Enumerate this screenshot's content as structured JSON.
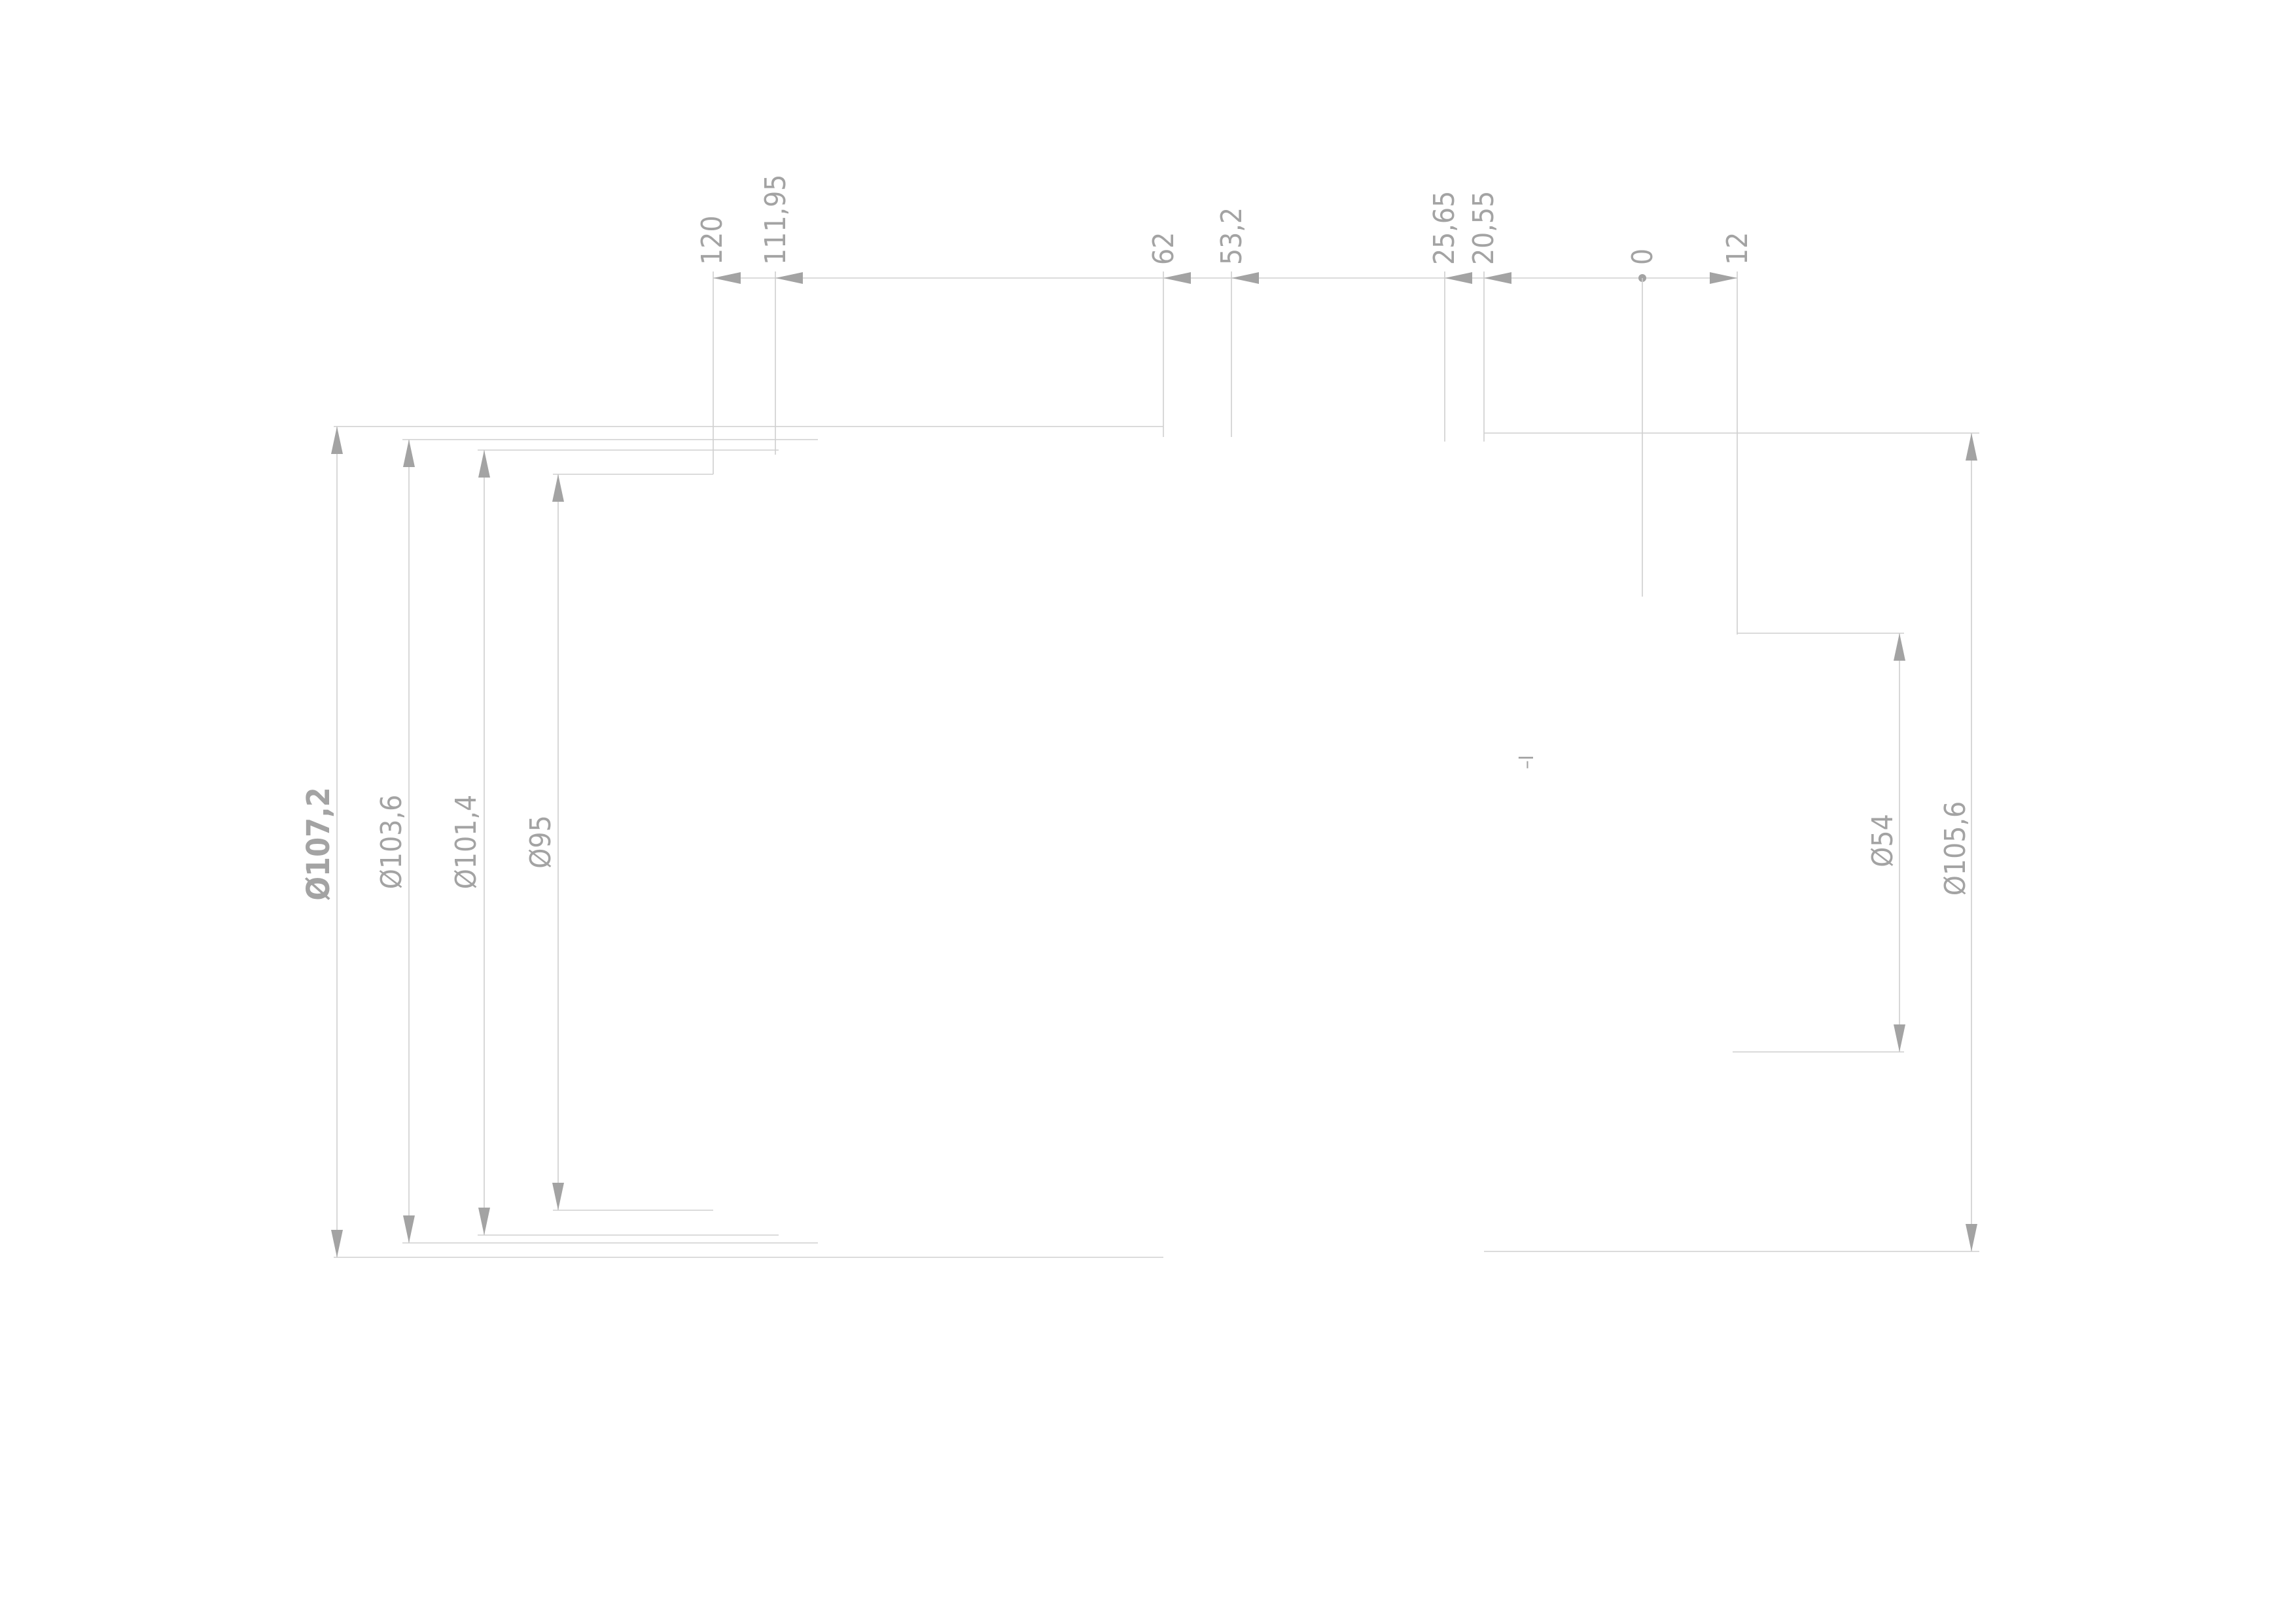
{
  "horizontal_dimensions": [
    {
      "key": "d120",
      "text": "120"
    },
    {
      "key": "d111_95",
      "text": "111,95"
    },
    {
      "key": "d62",
      "text": "62"
    },
    {
      "key": "d53_2",
      "text": "53,2"
    },
    {
      "key": "d25_65",
      "text": "25,65"
    },
    {
      "key": "d20_55",
      "text": "20,55"
    },
    {
      "key": "d0",
      "text": "0"
    },
    {
      "key": "d12",
      "text": "12"
    }
  ],
  "diameter_dimensions": [
    {
      "key": "dia107_2",
      "text": "Ø107,2"
    },
    {
      "key": "dia103_6",
      "text": "Ø103,6"
    },
    {
      "key": "dia101_4",
      "text": "Ø101,4"
    },
    {
      "key": "dia95",
      "text": "Ø95"
    },
    {
      "key": "dia54",
      "text": "Ø54"
    },
    {
      "key": "dia105_6",
      "text": "Ø105,6"
    }
  ],
  "center_mark": "–I",
  "colors": {
    "line": "#cfcfcf",
    "text": "#a3a3a3",
    "background": "#ffffff"
  }
}
